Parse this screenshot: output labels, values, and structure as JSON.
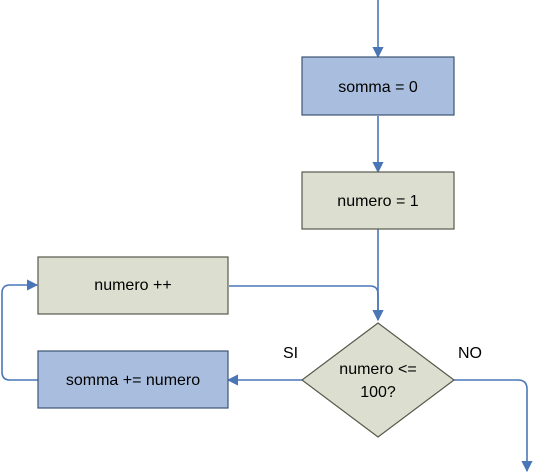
{
  "diagram": {
    "nodes": {
      "init_somma": {
        "label": "somma = 0"
      },
      "init_numero": {
        "label": "numero = 1"
      },
      "increment": {
        "label": "numero ++"
      },
      "accumulate": {
        "label": "somma += numero"
      },
      "condition": {
        "line1": "numero <=",
        "line2": "100?"
      }
    },
    "edges": {
      "yes_label": "SI",
      "no_label": "NO"
    },
    "colors": {
      "blue_fill": "#a9bedf",
      "blue_stroke": "#3e5475",
      "green_fill": "#dcdfd0",
      "green_stroke": "#55594a",
      "diamond_fill": "#dcdfd0",
      "diamond_stroke": "#55594a",
      "line": "#4a76b8"
    }
  }
}
